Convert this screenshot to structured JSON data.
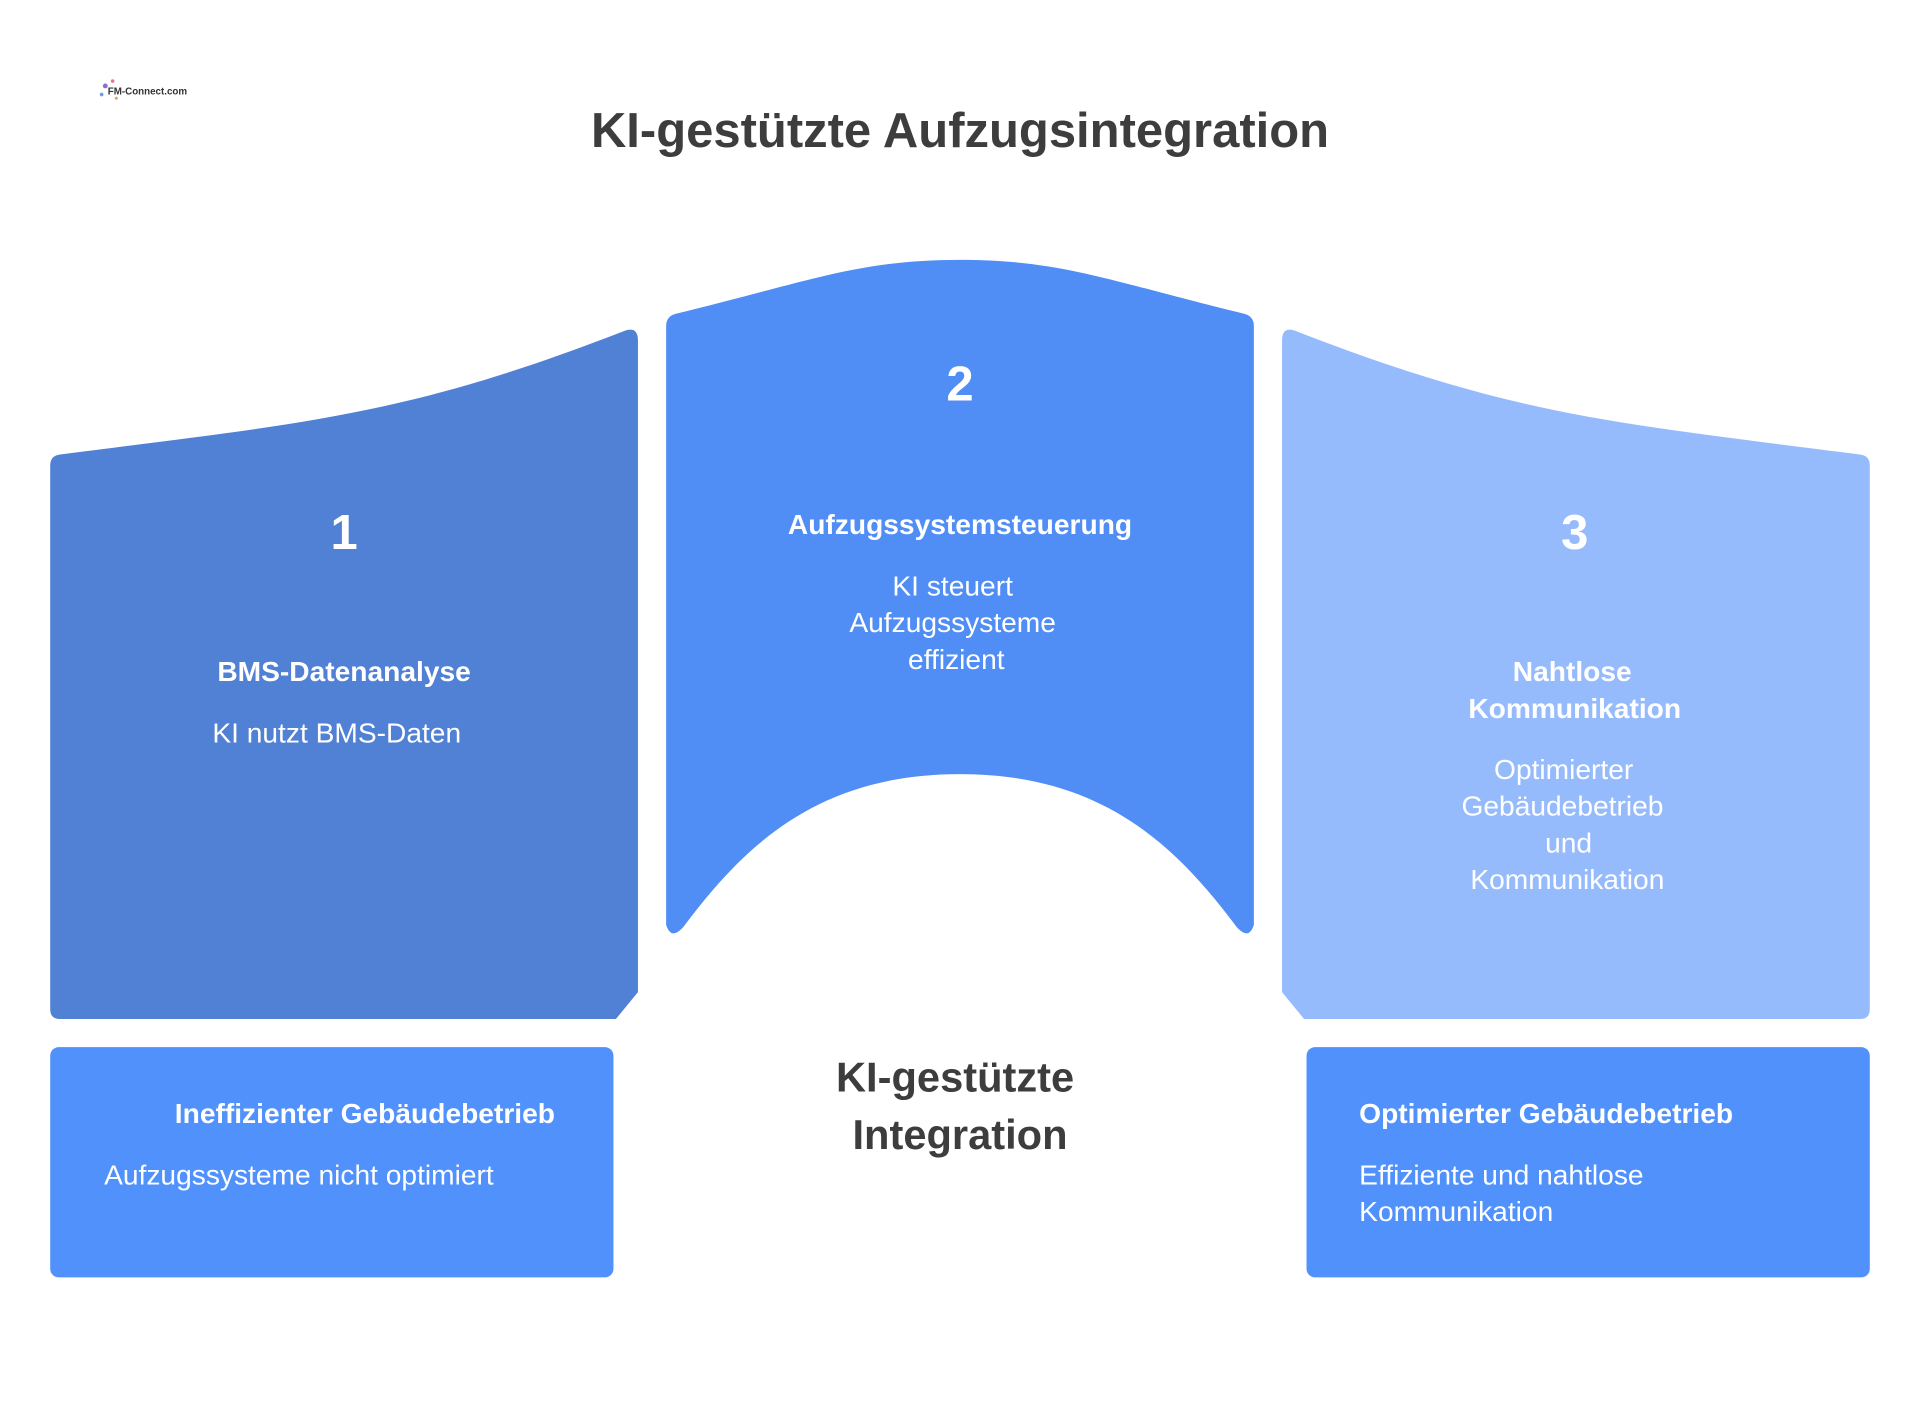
{
  "logo": {
    "text": "FM-Connect.com"
  },
  "title": "KI-gestützte Aufzugsintegration",
  "colors": {
    "step1": "#5081D4",
    "step2": "#508EF5",
    "step3": "#96BBFC",
    "box": "#5091FC",
    "text_dark": "#3D3D3D"
  },
  "steps": [
    {
      "number": "1",
      "title": "BMS-Datenanalyse",
      "desc": [
        "KI nutzt BMS-Daten"
      ]
    },
    {
      "number": "2",
      "title": "Aufzugssystemsteuerung",
      "desc": [
        "KI steuert",
        "Aufzugssysteme",
        "effizient"
      ]
    },
    {
      "number": "3",
      "title": [
        "Nahtlose",
        "Kommunikation"
      ],
      "desc": [
        "Optimierter",
        "Gebäudebetrieb",
        "und",
        "Kommunikation"
      ]
    }
  ],
  "center_label": [
    "KI-gestützte",
    "Integration"
  ],
  "before": {
    "title": "Ineffizienter Gebäudebetrieb",
    "desc": "Aufzugssysteme nicht optimiert"
  },
  "after": {
    "title": "Optimierter Gebäudebetrieb",
    "desc": [
      "Effiziente und nahtlose",
      "Kommunikation"
    ]
  }
}
